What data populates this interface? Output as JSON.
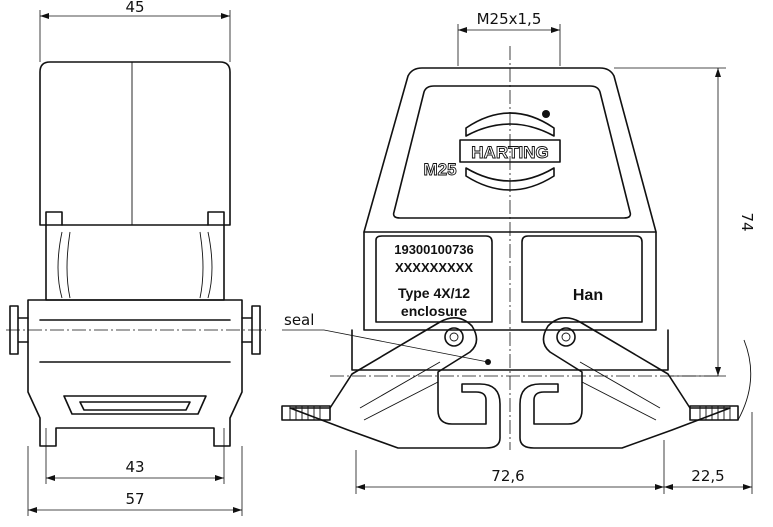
{
  "dimensions": {
    "top_width": "45",
    "thread_size": "M25x1,5",
    "height": "74",
    "inner_width": "43",
    "outer_width": "57",
    "latch_span": "72,6",
    "lever_overhang": "22,5"
  },
  "callouts": {
    "seal": "seal"
  },
  "markings": {
    "thread": "M25",
    "brand": "HARTING",
    "part_number": "19300100736",
    "code": "XXXXXXXXX",
    "rating": "Type 4X/12",
    "enclosure": "enclosure",
    "series": "Han"
  }
}
